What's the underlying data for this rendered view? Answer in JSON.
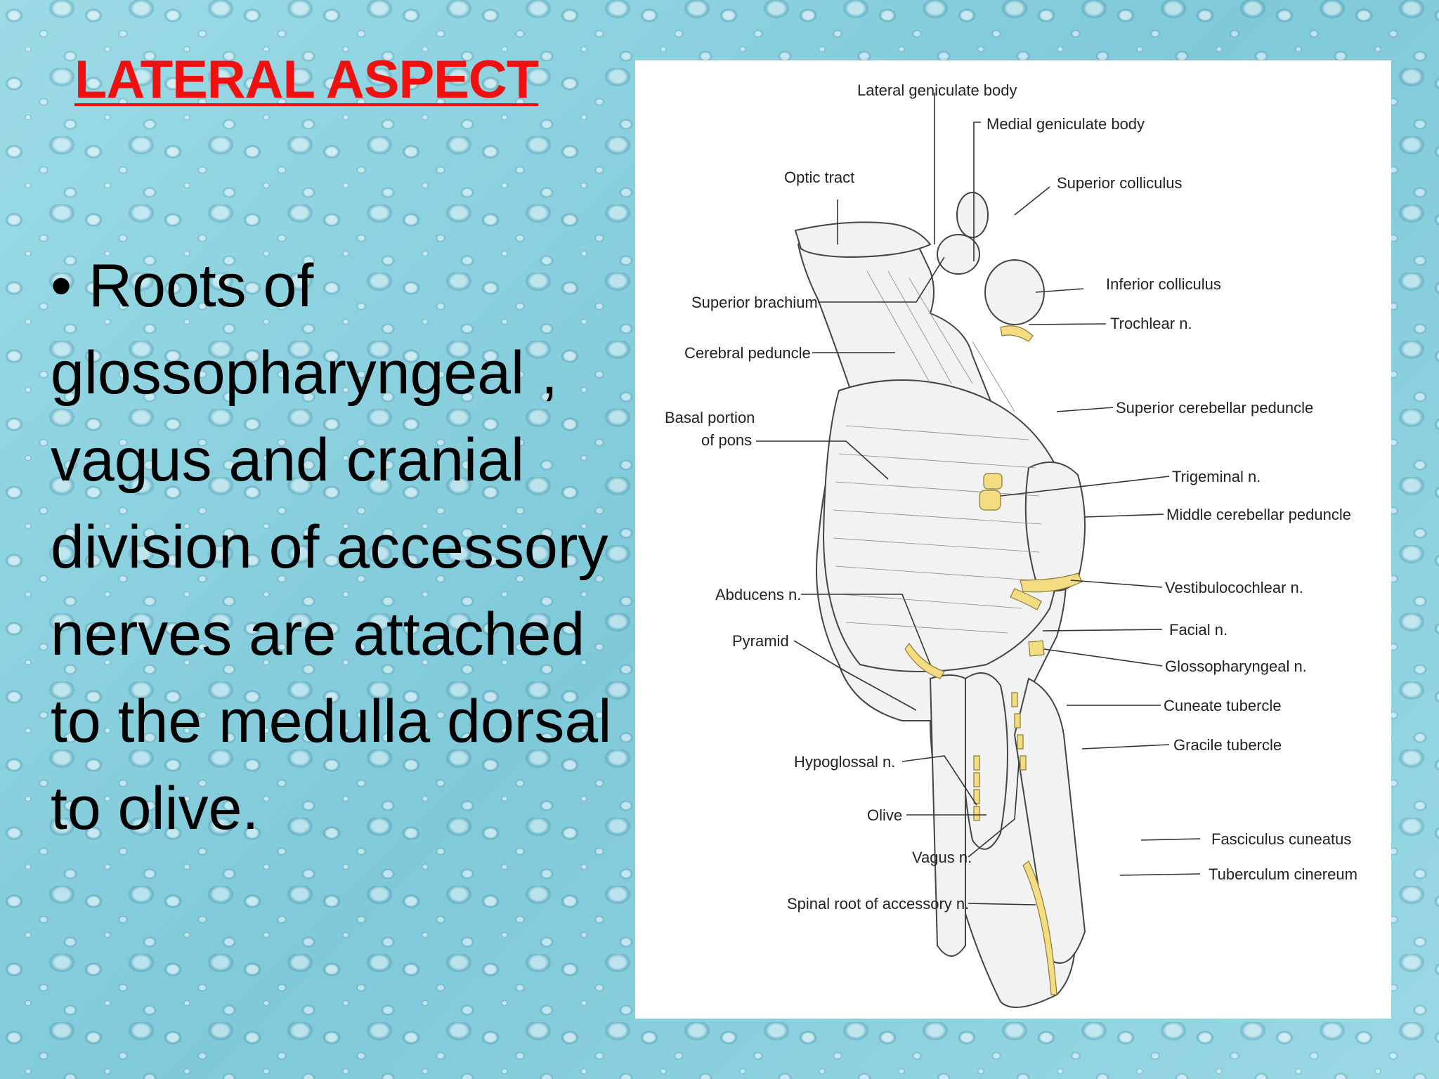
{
  "slide": {
    "title": "LATERAL ASPECT",
    "bullet": "• Roots of glossopharyngeal , vagus and cranial division of accessory nerves are attached to the medulla dorsal to olive."
  },
  "diagram": {
    "labels": {
      "lateral_geniculate_body": "Lateral geniculate body",
      "medial_geniculate_body": "Medial geniculate body",
      "optic_tract": "Optic tract",
      "superior_colliculus": "Superior colliculus",
      "superior_brachium": "Superior brachium",
      "inferior_colliculus": "Inferior colliculus",
      "trochlear_n": "Trochlear n.",
      "cerebral_peduncle": "Cerebral peduncle",
      "superior_cerebellar_peduncle": "Superior cerebellar peduncle",
      "basal_portion_line1": "Basal portion",
      "basal_portion_line2": "of pons",
      "trigeminal_n": "Trigeminal n.",
      "middle_cerebellar_peduncle": "Middle cerebellar peduncle",
      "abducens_n": "Abducens n.",
      "vestibulocochlear_n": "Vestibulocochlear n.",
      "pyramid": "Pyramid",
      "facial_n": "Facial n.",
      "glossopharyngeal_n": "Glossopharyngeal n.",
      "cuneate_tubercle": "Cuneate tubercle",
      "gracile_tubercle": "Gracile tubercle",
      "hypoglossal_n": "Hypoglossal n.",
      "olive": "Olive",
      "fasciculus_cuneatus": "Fasciculus cuneatus",
      "vagus_n": "Vagus n.",
      "tuberculum_cinereum": "Tuberculum cinereum",
      "spinal_root_accessory_n": "Spinal root of accessory n."
    }
  },
  "colors": {
    "title": "#f01010",
    "nerve": "#f3dc82",
    "background": "#8fd3e0"
  }
}
